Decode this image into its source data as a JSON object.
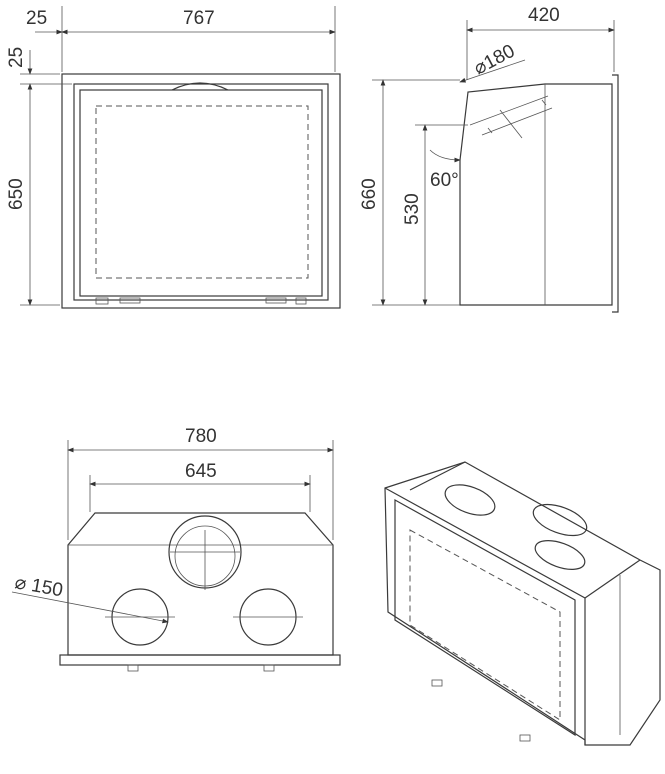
{
  "front_view": {
    "dim_left_margin": "25",
    "dim_width": "767",
    "dim_top_margin": "25",
    "dim_height": "650"
  },
  "side_view": {
    "dim_total_height": "660",
    "dim_flue_height": "530",
    "dim_depth": "420",
    "dim_flue_diameter": "⌀180",
    "dim_flue_angle": "60°"
  },
  "back_view": {
    "dim_outer_width": "780",
    "dim_inner_width": "645",
    "dim_vent_diameter": "⌀ 150"
  }
}
